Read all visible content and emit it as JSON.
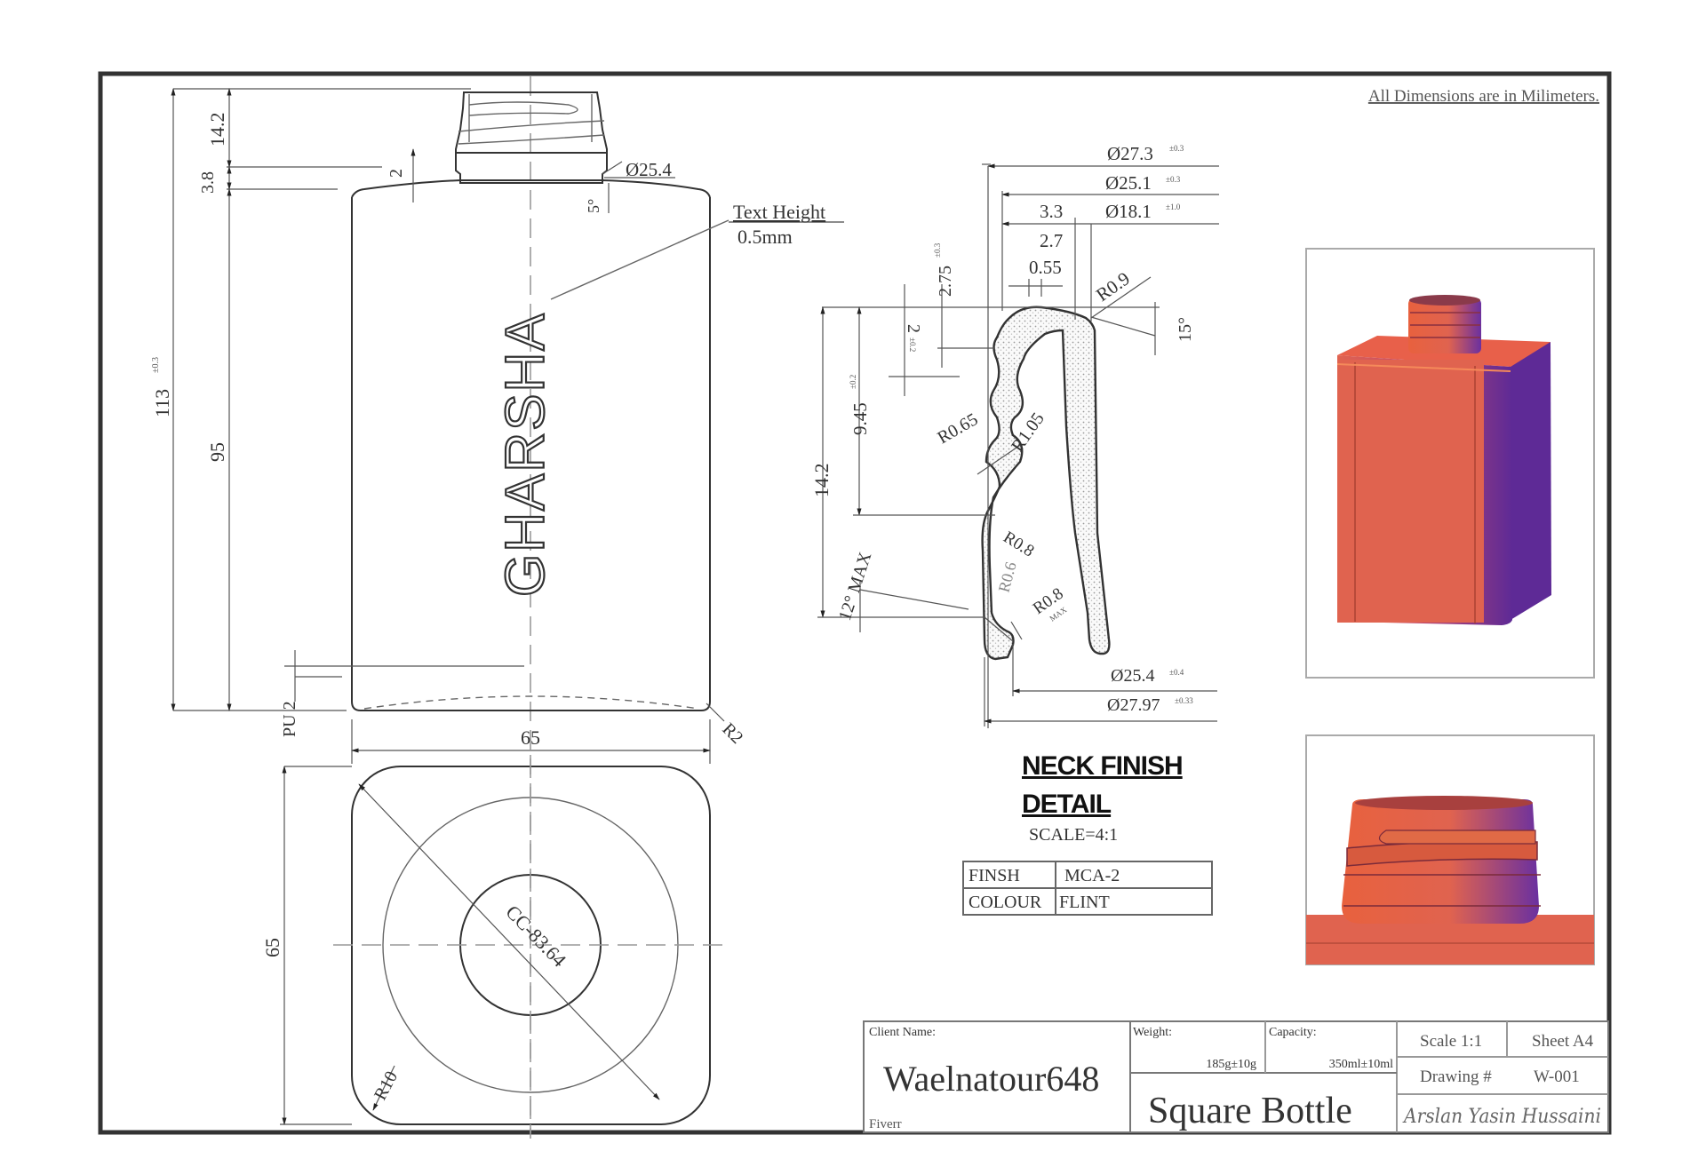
{
  "note": "All Dimensions are in Milimeters.",
  "front_view": {
    "logo_text": "GHARSHA",
    "text_height_label": "Text Height",
    "text_height_value": "0.5mm",
    "dims": {
      "neck_height": "14.2",
      "shoulder_height": "3.8",
      "shoulder_step": "2",
      "neck_diameter": "Ø25.4",
      "shoulder_angle": "5°",
      "overall_height": "113",
      "overall_height_tol": "±0.3",
      "body_height": "95",
      "push_up": "PU 2",
      "base_radius": "R2",
      "width": "65"
    }
  },
  "bottom_view": {
    "depth": "65",
    "diagonal": "CC-83.64",
    "corner_radius": "R10"
  },
  "neck_detail": {
    "title_line1": "NECK FINISH",
    "title_line2": "DETAIL",
    "scale": "SCALE=4:1",
    "dims": {
      "d_27_3": "Ø27.3",
      "d_27_3_tol": "±0.3",
      "d_25_1": "Ø25.1",
      "d_25_1_tol": "±0.3",
      "d_18_1": "Ø18.1",
      "d_18_1_tol": "±1.0",
      "w_3_3": "3.3",
      "w_2_7": "2.7",
      "w_0_55": "0.55",
      "r_0_9": "R0.9",
      "angle_15": "15°",
      "h_2_75": "2.75",
      "h_2_75_tol": "±0.3",
      "h_2": "2",
      "h_2_tol": "±0.2",
      "h_9_45": "9.45",
      "h_9_45_tol": "±0.2",
      "h_14_2": "14.2",
      "r_0_65": "R0.65",
      "r_1_05": "R1.05",
      "r_0_8": "R0.8",
      "r_0_6": "R0.6",
      "r_0_8_max": "R0.8",
      "max_label": "MAX",
      "angle_12_max": "12° MAX",
      "d_25_4": "Ø25.4",
      "d_25_4_tol": "±0.4",
      "d_27_97": "Ø27.97",
      "d_27_97_tol": "±0.33"
    },
    "spec_table": [
      {
        "label": "FINSH",
        "value": "MCA-2"
      },
      {
        "label": "COLOUR",
        "value": "FLINT"
      }
    ]
  },
  "renders": {
    "body_colors": {
      "front": "#e0634f",
      "side": "#5e2a96",
      "highlight": "#f07a4a"
    }
  },
  "title_block": {
    "client_label": "Client Name:",
    "client_name": "Waelnatour648",
    "platform": "Fiverr",
    "weight_label": "Weight:",
    "weight_value": "185g±10g",
    "capacity_label": "Capacity:",
    "capacity_value": "350ml±10ml",
    "part_name": "Square Bottle",
    "scale": "Scale 1:1",
    "sheet": "Sheet A4",
    "drawing_label": "Drawing #",
    "drawing_number": "W-001",
    "signature": "Arslan Yasin Hussaini"
  }
}
